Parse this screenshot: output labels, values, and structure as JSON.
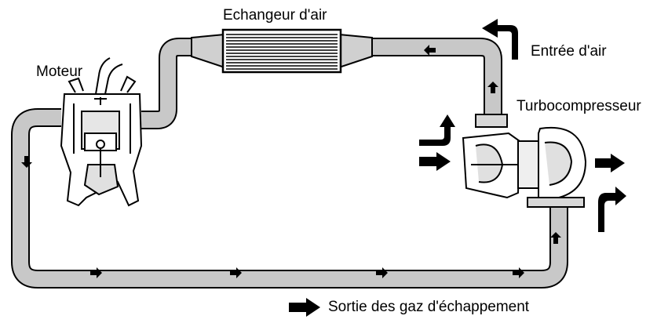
{
  "labels": {
    "intercooler": "Echangeur d'air",
    "engine": "Moteur",
    "air_inlet": "Entrée d'air",
    "turbo": "Turbocompresseur",
    "exhaust_legend": "Sortie des gaz d'échappement"
  },
  "colors": {
    "pipe_fill": "#c8c8c8",
    "outline": "#000000",
    "background": "#ffffff",
    "arrow": "#000000"
  },
  "icons": {
    "flow_arrow": "right-arrow-icon",
    "curved_arrow": "curved-up-arrow-icon"
  }
}
